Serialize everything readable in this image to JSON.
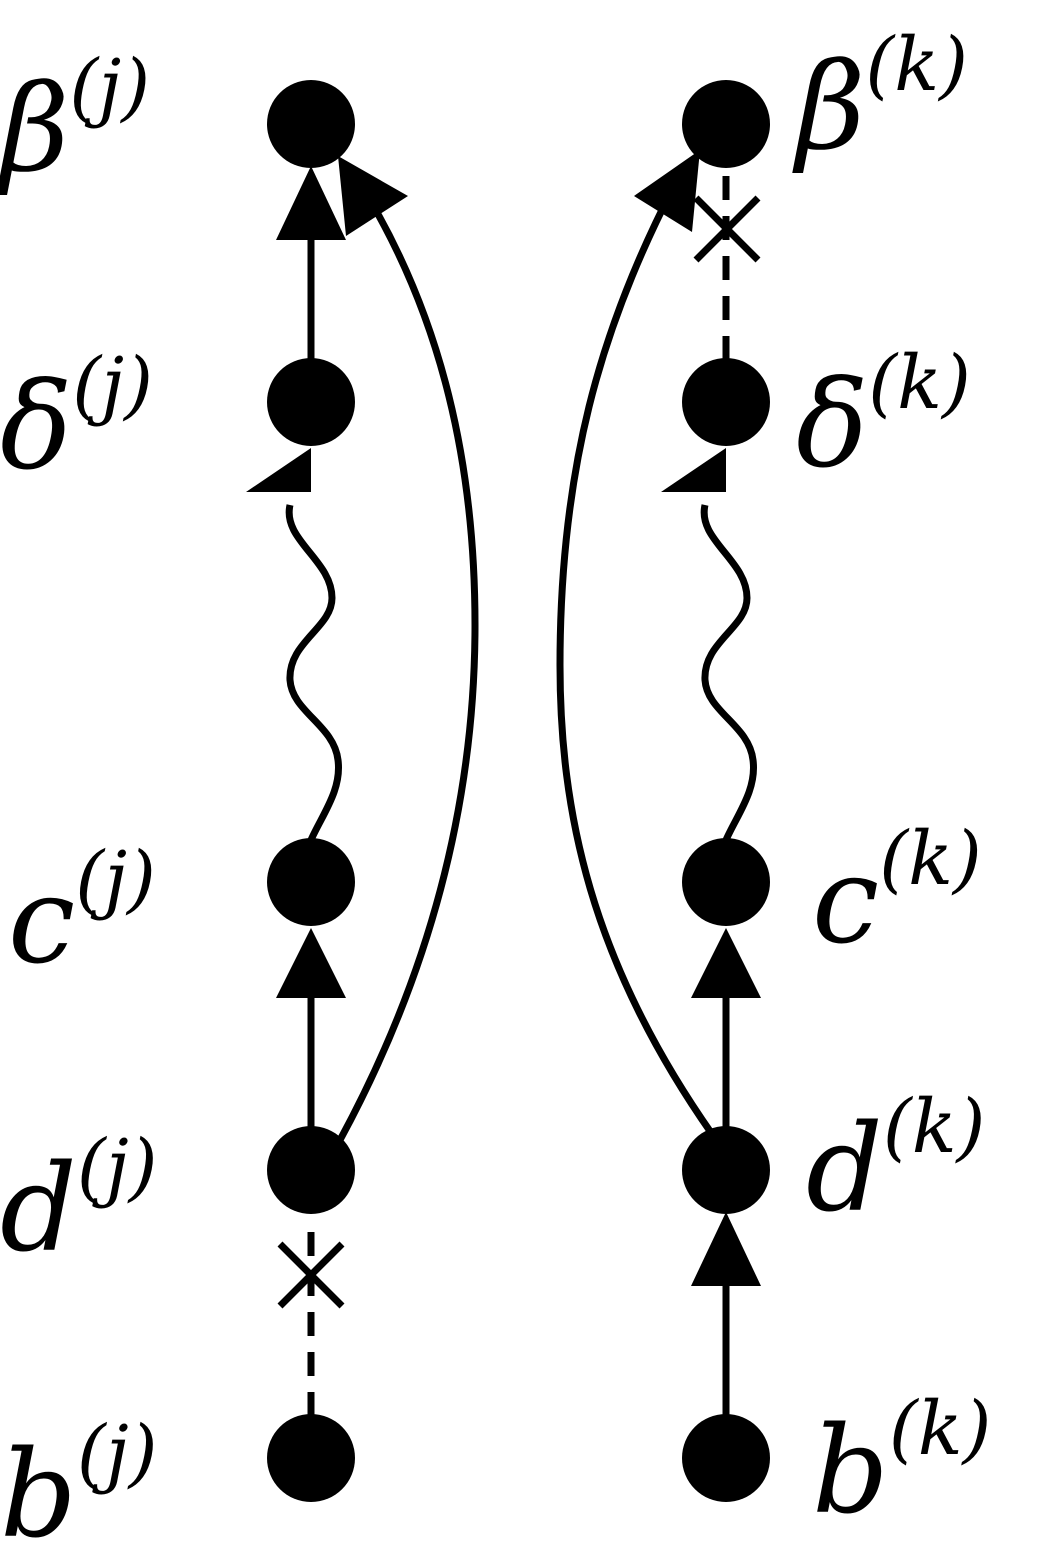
{
  "nodes": {
    "beta_j": {
      "base": "β",
      "sup": "(j)"
    },
    "delta_j": {
      "base": "δ",
      "sup": "(j)"
    },
    "c_j": {
      "base": "c",
      "sup": "(j)"
    },
    "d_j": {
      "base": "d",
      "sup": "(j)"
    },
    "b_j": {
      "base": "b",
      "sup": "(j)"
    },
    "beta_k": {
      "base": "β",
      "sup": "(k)"
    },
    "delta_k": {
      "base": "δ",
      "sup": "(k)"
    },
    "c_k": {
      "base": "c",
      "sup": "(k)"
    },
    "d_k": {
      "base": "d",
      "sup": "(k)"
    },
    "b_k": {
      "base": "b",
      "sup": "(k)"
    }
  },
  "edges": [
    {
      "from": "delta_j",
      "to": "beta_j",
      "style": "solid"
    },
    {
      "from": "c_j",
      "to": "delta_j",
      "style": "wavy"
    },
    {
      "from": "d_j",
      "to": "c_j",
      "style": "solid"
    },
    {
      "from": "d_j",
      "to": "beta_j",
      "style": "curved"
    },
    {
      "from": "b_j",
      "to": "d_j",
      "style": "dashed-crossed"
    },
    {
      "from": "delta_k",
      "to": "beta_k",
      "style": "dashed-crossed"
    },
    {
      "from": "c_k",
      "to": "delta_k",
      "style": "wavy"
    },
    {
      "from": "d_k",
      "to": "c_k",
      "style": "solid"
    },
    {
      "from": "d_k",
      "to": "beta_k",
      "style": "curved"
    },
    {
      "from": "b_k",
      "to": "d_k",
      "style": "solid"
    }
  ]
}
